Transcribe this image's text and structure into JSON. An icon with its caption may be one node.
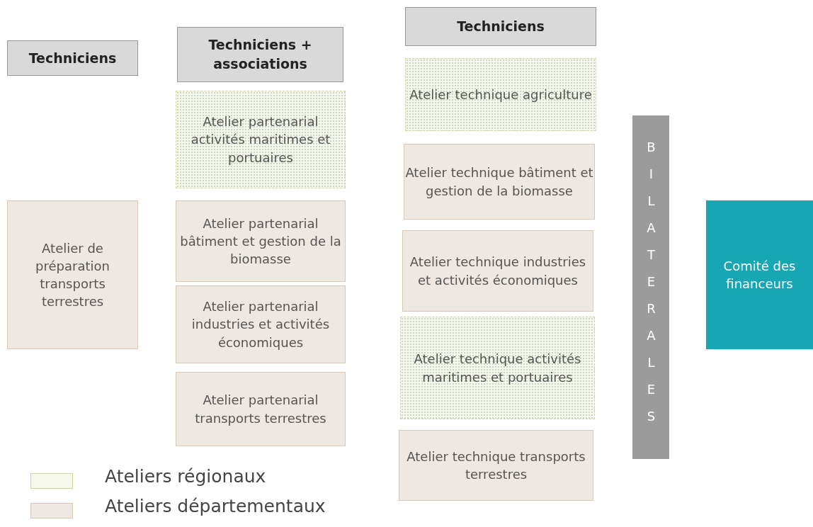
{
  "diagram": {
    "nodes": [
      {
        "text": [
          "Techniciens"
        ]
      },
      {
        "text": [
          "Techniciens + associations"
        ]
      },
      {
        "text": [
          "Techniciens"
        ]
      },
      {
        "text": [
          "Atelier de préparation transports terrestres"
        ]
      },
      {
        "text": [
          "Atelier partenarial activités maritimes et portuaires"
        ]
      },
      {
        "text": [
          "Atelier partenarial bâtiment et gestion de la biomasse"
        ]
      },
      {
        "text": [
          "Atelier partenarial industries et activités économiques"
        ]
      },
      {
        "text": [
          "Atelier partenarial transports terrestres"
        ]
      },
      {
        "text": [
          "Atelier technique agriculture"
        ]
      },
      {
        "text": [
          "Atelier technique bâtiment et gestion de la biomasse"
        ]
      },
      {
        "text": [
          "Atelier technique industries et activités économiques"
        ]
      },
      {
        "text": [
          "Atelier technique activités maritimes et portuaires"
        ]
      },
      {
        "text": [
          "Atelier technique transports terrestres"
        ]
      },
      {
        "text": [
          "BILATERALES"
        ]
      },
      {
        "text": [
          "Comité des financeurs"
        ]
      }
    ],
    "legend": [
      {
        "text": "Ateliers régionaux",
        "color": "#f6f8ee"
      },
      {
        "text": "Ateliers départementaux",
        "color": "#eee7e2"
      }
    ]
  }
}
